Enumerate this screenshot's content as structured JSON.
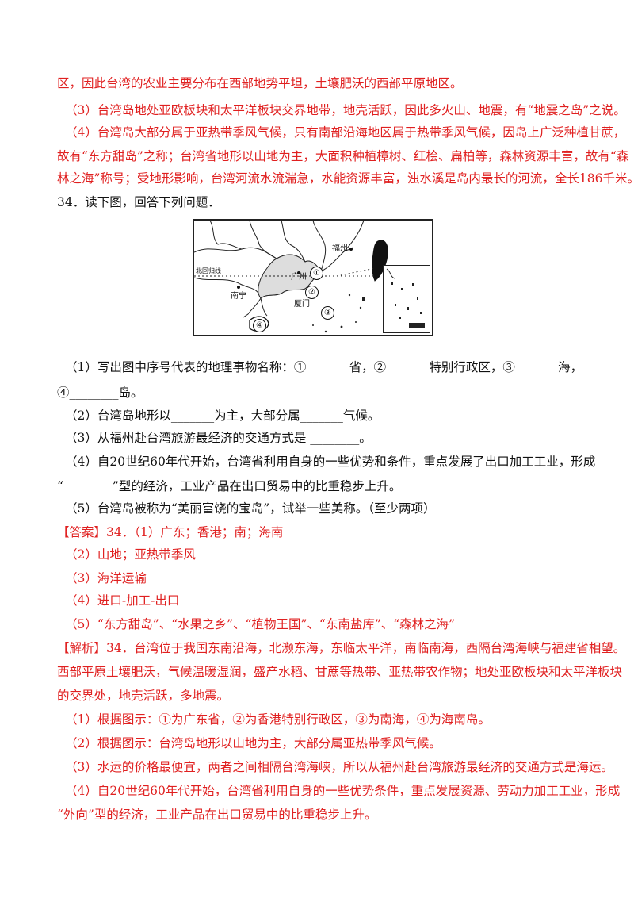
{
  "lines": {
    "l1": "区，因此台湾的农业主要分布在西部地势平坦，土壤肥沃的西部平原地区。",
    "l2": "（3）台湾岛地处亚欧板块和太平洋板块交界地带，地壳活跃，因此多火山、地震，有“地震之岛”之说。",
    "l3": "（4）台湾岛大部分属于亚热带季风气候，只有南部沿海地区属于热带季风气候，因岛上广泛种植甘蔗，",
    "l4": "故有“东方甜岛”之称；台湾省地形以山地为主，大面积种植樟树、红桧、扁柏等，森林资源丰富，故有“森",
    "l5": "林之海”称号；受地形影响，台湾河流水流湍急，水能资源丰富，浊水溪是岛内最长的河流，全长186千米。",
    "q34": "34．读下图，回答下列问题．",
    "q1a": "（1）写出图中序号代表的地理事物名称：①_______省，②_______特别行政区，③_______海，",
    "q1b": "④________岛。",
    "q2": "（2）台湾岛地形以_______为主，大部分属_______气候。",
    "q3": "（3）从福州赴台湾旅游最经济的交通方式是   ________。",
    "q4a": "（4）自20世纪60年代开始，台湾省利用自身的一些优势和条件，重点发展了出口加工工业，形成",
    "q4b": "“________”型的经济，工业产品在出口贸易中的比重稳步上升。",
    "q5": "（5）台湾岛被称为“美丽富饶的宝岛”，试举一些美称。（至少两项）",
    "ans_tag": "【答案】",
    "ans1": "34．（1）广东；香港；南；海南",
    "ans2": "（2）山地；亚热带季风",
    "ans3": "（3）海洋运输",
    "ans4": "（4）进口-加工-出口",
    "ans5": "（5）“东方甜岛”、“水果之乡”、“植物王国”、“东南盐库”、“森林之海”",
    "exp_tag": "【解析】",
    "exp1": "34．台湾位于我国东南沿海，北濒东海，东临太平洋，南临南海，西隔台湾海峡与福建省相望。",
    "exp2": "西部平原土壤肥沃，气候温暖湿润，盛产水稻、甘蔗等热带、亚热带农作物；地处亚欧板块和太平洋板块",
    "exp3": "的交界处，地壳活跃，多地震。",
    "exp4": "（1）根据图示：①为广东省，②为香港特别行政区，③为南海，④为海南岛。",
    "exp5": "（2）根据图示：台湾岛地形以山地为主，大部分属亚热带季风气候。",
    "exp6": "（3）水运的价格最便宜，两者之间相隔台湾海峡，所以从福州赴台湾旅游最经济的交通方式是海运。",
    "exp7": "（4）自20世纪60年代开始，台湾省利用自身的一些优势条件，重点发展资源、劳动力加工工业，形成",
    "exp8": "“外向”型的经济，工业产品在出口贸易中的比重稳步上升。"
  },
  "map": {
    "markers": [
      "①",
      "②",
      "③",
      "④"
    ],
    "labels": {
      "fuzhou": "福州",
      "guangzhou": "广州",
      "xiamen": "厦门",
      "nanning": "南宁",
      "tropic": "北回归线"
    }
  },
  "colors": {
    "answer_red": "#e02020",
    "text_black": "#111111"
  }
}
